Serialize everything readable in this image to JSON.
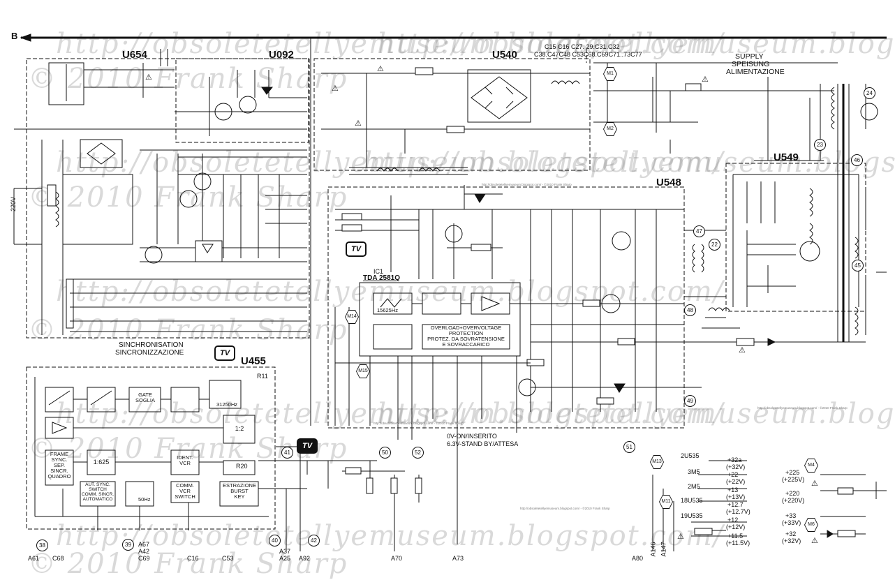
{
  "title_bar": {
    "bus_label": "B"
  },
  "watermarks": {
    "blog": "http://obsoletetellyemuseum.blogspot.com/",
    "copyright": "© 2010 Frank Sharp",
    "small_url": "http://obsoletetellyemuseum.blogspot.com/ - ©2010 Frank Sharp"
  },
  "modules": {
    "u654": "U654",
    "u092": "U092",
    "u540": "U540",
    "u548": "U548",
    "u549": "U549",
    "u455": "U455"
  },
  "supply_header": {
    "en": "SUPPLY",
    "de": "SPEISUNG",
    "it": "ALIMENTAZIONE"
  },
  "capacitor_list": "C15 C16 C27. 29.C31.C32",
  "capacitor_list2": "C38.C47C48 C53C68.C69C71..73C77",
  "ic1": {
    "ref": "IC1",
    "name": "TDA 2581Q",
    "block1": "15625Hz",
    "block2": "OVERLOAD+OVERVOLTAGE",
    "block3": "PROTECTION",
    "block4": "PROTEZ. DA SOVRATENSIONE",
    "block5": "E SOVRACCARICO"
  },
  "sync": {
    "title1": "SINCHRONISATION",
    "title2": "SINCRONIZZAZIONE",
    "gate": "GATE\nSOGLIA",
    "freq": "31250Hz",
    "div2": "1:2",
    "div625": "1:625",
    "frame": "FRAME\nSYNC.\nSEP.\nSINCR.\nQUADRO",
    "ident": "IDENT.\nVCR",
    "aut": "AUT. SYNC.\nSWITCH\nCOMM. SINCR.\nAUTOMATICO",
    "fifty": "50Hz",
    "comm": "COMM.\nVCR\nSWITCH",
    "burst": "ESTRAZIONE\nBURST\nKEY",
    "r20": "R20",
    "r11": "R11"
  },
  "standby_note": {
    "line1": "0V-ON/INSERITO",
    "line2": "6.3V-STAND BY/ATTESA"
  },
  "voltages_right": [
    {
      "ref": "2U535",
      "v": "+32a",
      "v2": "(+32V)"
    },
    {
      "ref": "3M5",
      "v": "+22",
      "v2": "(+22V)"
    },
    {
      "ref": "2M5",
      "v": "+13",
      "v2": "(+13V)"
    },
    {
      "ref": "18U535",
      "v": "+12.7",
      "v2": "(+12.7V)"
    },
    {
      "ref": "19U535",
      "v": "+12",
      "v2": "(+12V)"
    },
    {
      "ref": "",
      "v": "+11.5",
      "v2": "(+11.5V)"
    }
  ],
  "voltages_far_right": [
    {
      "v": "+225",
      "v2": "(+225V)"
    },
    {
      "v": "+220",
      "v2": "(+220V)"
    },
    {
      "v": "+33",
      "v2": "(+33V)"
    },
    {
      "v": "+32",
      "v2": "(+32V)"
    }
  ],
  "bottom_pins": [
    "A61",
    "C68",
    "A67",
    "A42",
    "C69",
    "C16",
    "C53",
    "A37",
    "A25",
    "A92",
    "A70",
    "A73",
    "A80",
    "A146",
    "A147"
  ],
  "mains": "220V"
}
